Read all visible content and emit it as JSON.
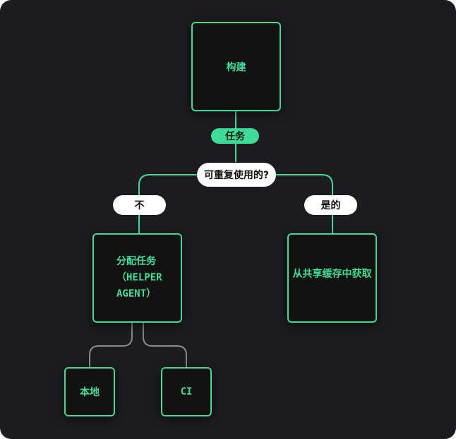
{
  "colors": {
    "background": "#1c1c20",
    "node_fill": "#121212",
    "accent_green": "#3ddc97",
    "connector_green": "#3ddc97",
    "connector_gray": "#8a8a8a",
    "pill_white": "#ffffff"
  },
  "nodes": {
    "build": "构建",
    "assign_line1": "分配任务",
    "assign_line2": "（HELPER",
    "assign_line3": "AGENT）",
    "fetch_cache": "从共享缓存中获取",
    "local": "本地",
    "ci": "CI"
  },
  "labels": {
    "task": "任务",
    "reusable": "可重复使用的?",
    "no": "不",
    "yes": "是的"
  }
}
